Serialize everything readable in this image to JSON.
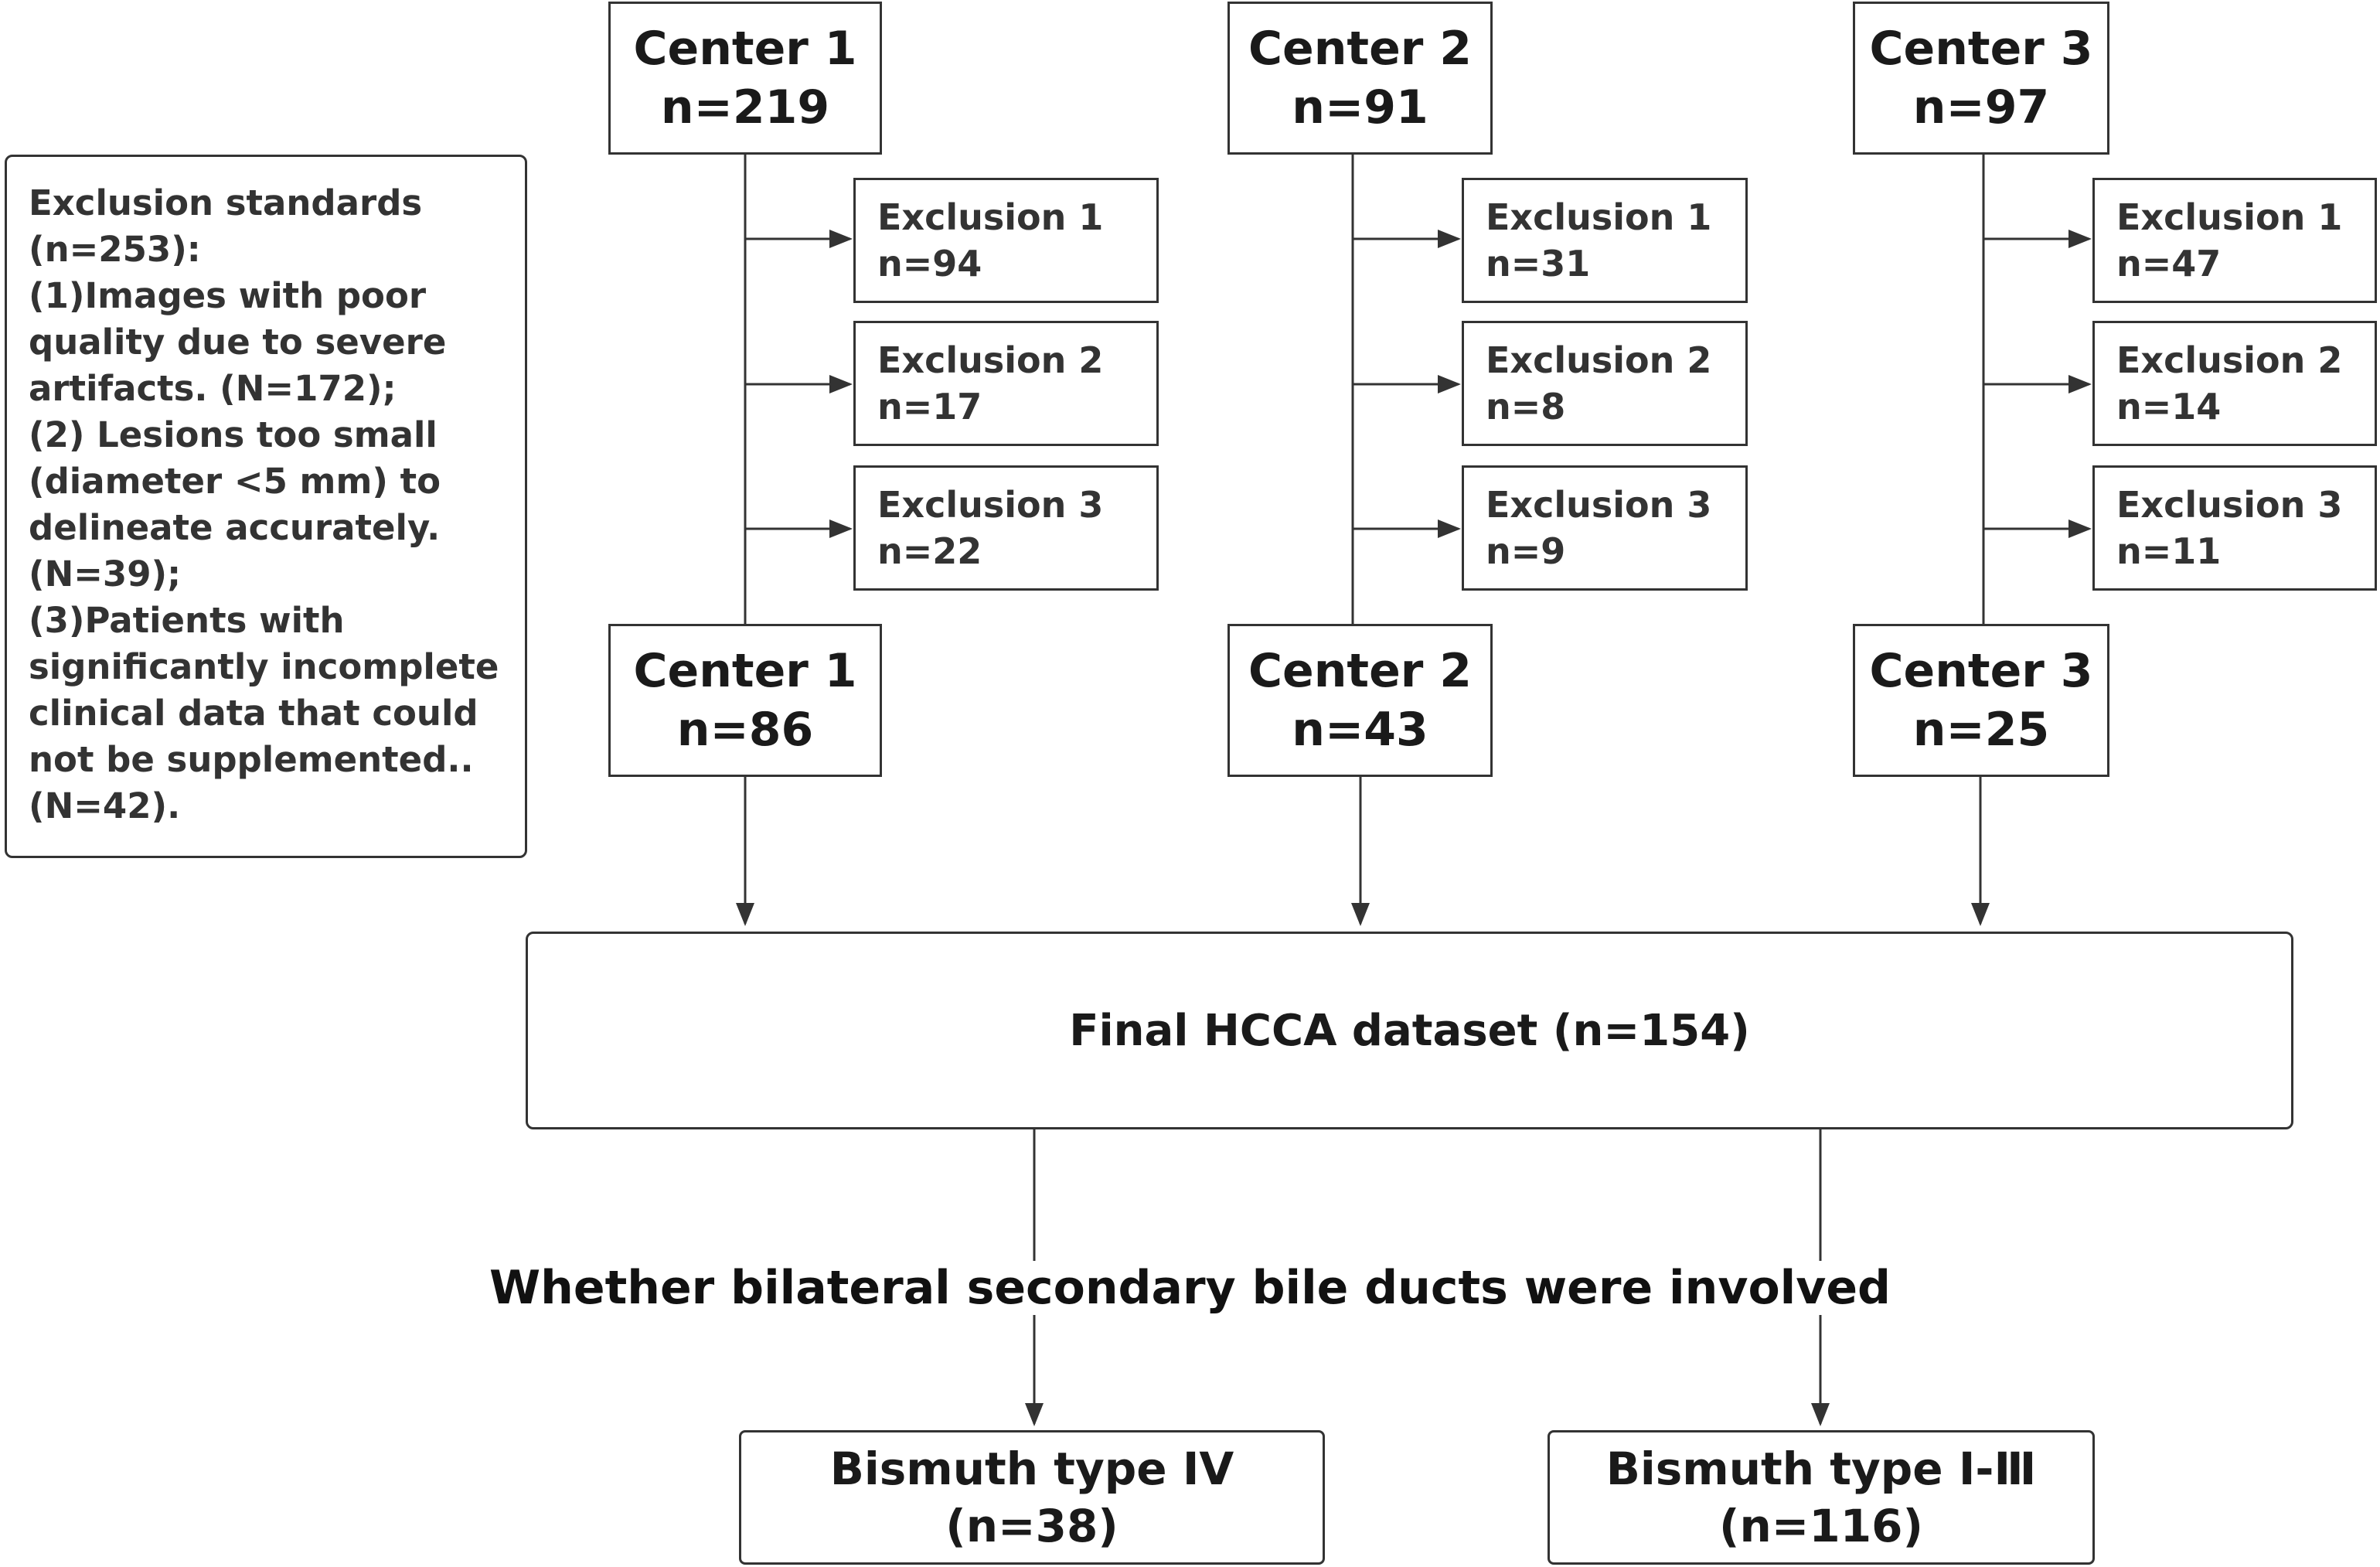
{
  "notes": {
    "lines": [
      "Exclusion standards",
      "(n=253):",
      "(1)Images with poor",
      "quality due to severe",
      "artifacts. (N=172);",
      "(2) Lesions too small",
      "(diameter <5 mm) to",
      "delineate accurately.",
      "(N=39);",
      "(3)Patients with",
      "significantly incomplete",
      "clinical data that could",
      "not be supplemented..",
      "(N=42)."
    ]
  },
  "centers": [
    {
      "name": "Center 1",
      "initial_n": "n=219",
      "final_n": "n=86",
      "exclusions": [
        {
          "label": "Exclusion 1",
          "n": "n=94"
        },
        {
          "label": "Exclusion 2",
          "n": "n=17"
        },
        {
          "label": "Exclusion 3",
          "n": "n=22"
        }
      ]
    },
    {
      "name": "Center 2",
      "initial_n": "n=91",
      "final_n": "n=43",
      "exclusions": [
        {
          "label": "Exclusion 1",
          "n": "n=31"
        },
        {
          "label": "Exclusion 2",
          "n": "n=8"
        },
        {
          "label": "Exclusion 3",
          "n": "n=9"
        }
      ]
    },
    {
      "name": "Center 3",
      "initial_n": "n=97",
      "final_n": "n=25",
      "exclusions": [
        {
          "label": "Exclusion 1",
          "n": "n=47"
        },
        {
          "label": "Exclusion 2",
          "n": "n=14"
        },
        {
          "label": "Exclusion 3",
          "n": "n=11"
        }
      ]
    }
  ],
  "final": {
    "label": "Final HCCA dataset (n=154)"
  },
  "branch_label": "Whether bilateral secondary bile ducts were involved",
  "outcomes": [
    {
      "label": "Bismuth type IV",
      "n": "(n=38)"
    },
    {
      "label": "Bismuth type Ⅰ-Ⅲ",
      "n": "(n=116)"
    }
  ]
}
